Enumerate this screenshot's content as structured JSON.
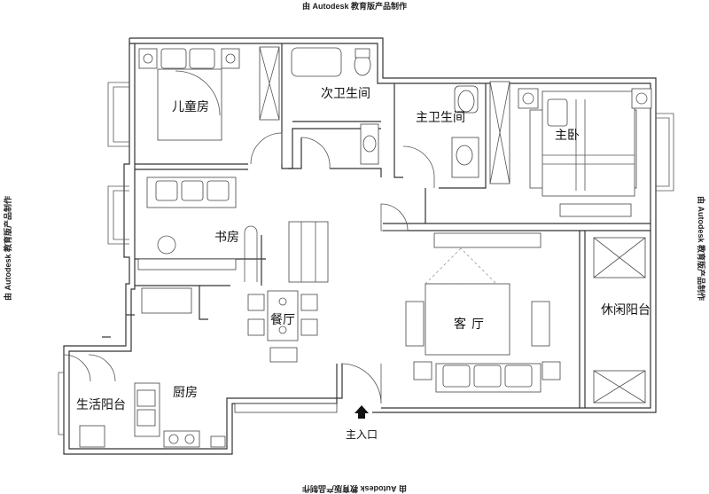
{
  "watermark": {
    "top": "由 Autodesk 教育版产品制作",
    "bottom": "由 Autodesk 教育版产品制作",
    "left": "由 Autodesk 教育版产品制作",
    "right": "由 Autodesk 教育版产品制作"
  },
  "rooms": {
    "kids_room": "儿童房",
    "second_bath": "次卫生间",
    "master_bath": "主卫生间",
    "master_bedroom": "主卧",
    "study": "书房",
    "dining": "餐厅",
    "living": "客厅",
    "leisure_balcony": "休闲阳台",
    "utility_balcony": "生活阳台",
    "kitchen": "厨房"
  },
  "entrance": {
    "label": "主入口",
    "icon": "arrow-up-icon"
  }
}
